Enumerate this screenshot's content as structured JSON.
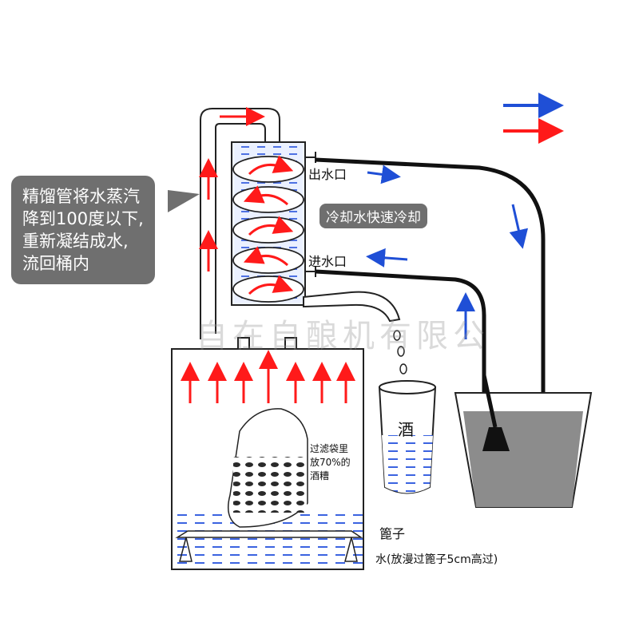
{
  "labels": {
    "outlet": "出水口",
    "inlet": "进水口",
    "coolant": "冷却水快速冷却",
    "wine": "酒",
    "bag_line1": "过滤袋里",
    "bag_line2": "放70%的",
    "bag_line3": "酒糟",
    "steamer": "篦子",
    "water_note": "水(放漫过篦子5cm高过)"
  },
  "callout": {
    "line1": "精馏管将水蒸汽",
    "line2": "降到100度以下,",
    "line3": "重新凝结成水,",
    "line4": "流回桶内"
  },
  "watermark": "自在自酿机有限公",
  "colors": {
    "steam_arrow": "#ff1a1a",
    "water_arrow": "#1f4fd6",
    "liquid": "#5b7ee6",
    "callout_bg": "#6f6f6f",
    "bucket_water": "#8c8c8c"
  }
}
